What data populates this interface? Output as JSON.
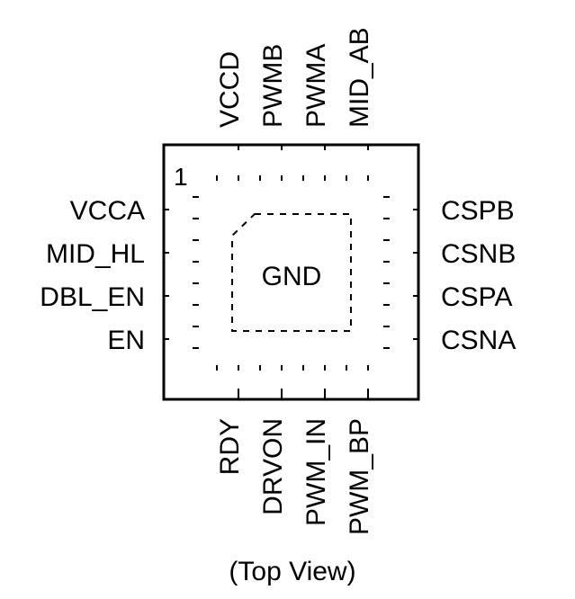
{
  "package": {
    "pin1_marker": "1",
    "center_label": "GND",
    "view_caption": "(Top View)"
  },
  "pins": {
    "top": [
      "VCCD",
      "PWMB",
      "PWMA",
      "MID_AB"
    ],
    "left": [
      "VCCA",
      "MID_HL",
      "DBL_EN",
      "EN"
    ],
    "right": [
      "CSPB",
      "CSNB",
      "CSPA",
      "CSNA"
    ],
    "bottom": [
      "RDY",
      "DRVON",
      "PWM_IN",
      "PWM_BP"
    ]
  }
}
